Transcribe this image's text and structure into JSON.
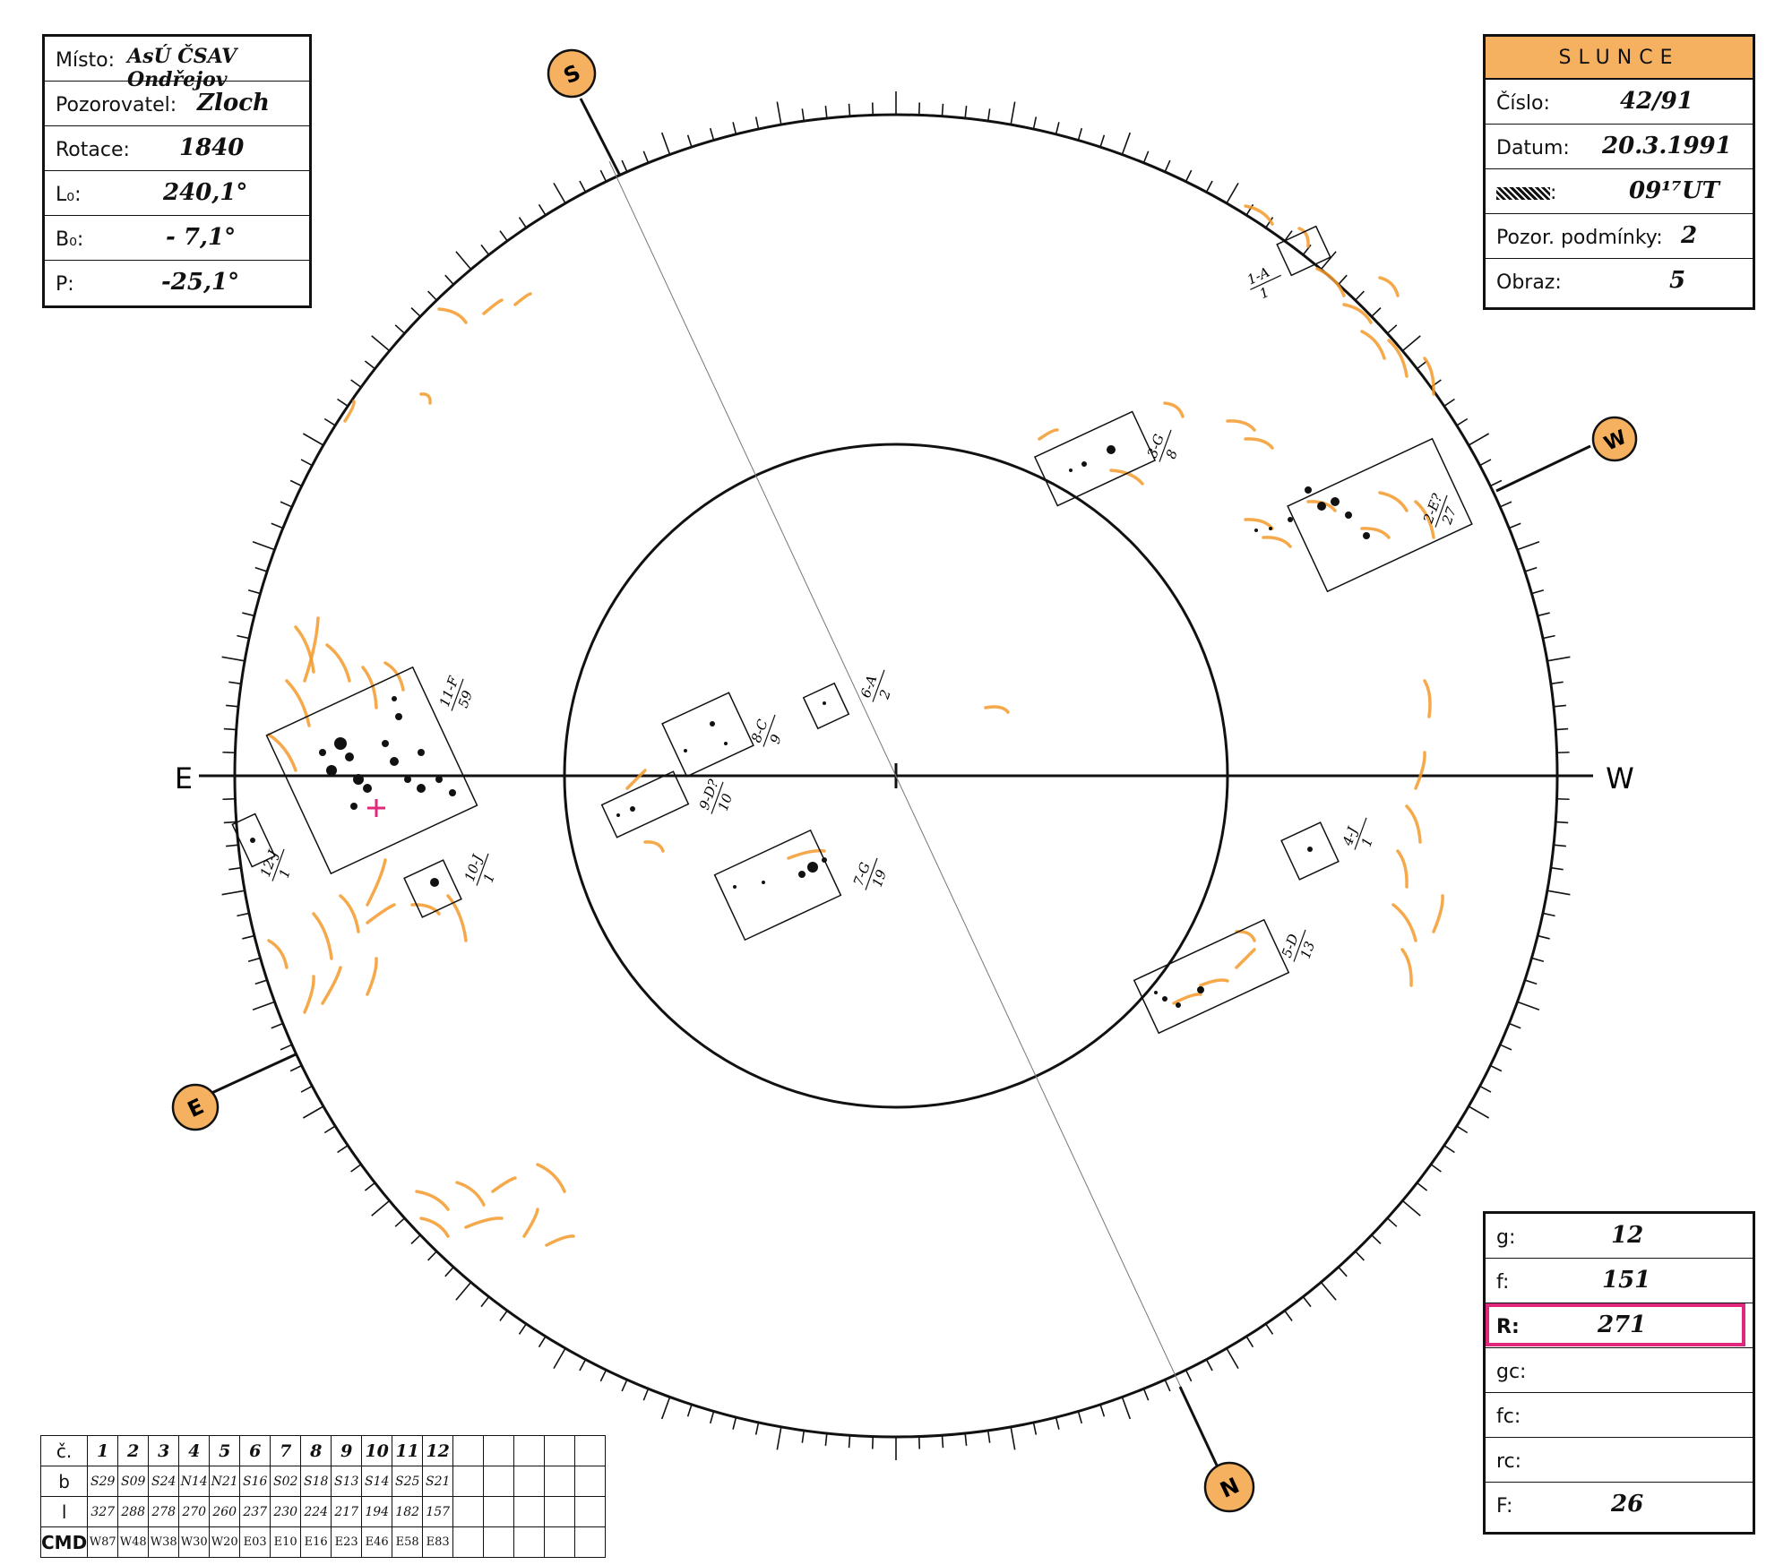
{
  "info": {
    "misto_label": "Místo:",
    "misto_value": "AsÚ ČSAV Ondřejov",
    "pozorovatel_label": "Pozorovatel:",
    "pozorovatel_value": "Zloch",
    "rotace_label": "Rotace:",
    "rotace_value": "1840",
    "l0_label": "L₀:",
    "l0_value": "240,1°",
    "b0_label": "B₀:",
    "b0_value": "- 7,1°",
    "p_label": "P:",
    "p_value": "-25,1°"
  },
  "sun": {
    "title": "SLUNCE",
    "cislo_label": "Číslo:",
    "cislo_value": "42/91",
    "datum_label": "Datum:",
    "datum_value": "20.3.1991",
    "cas_label": ":",
    "cas_value": "09¹⁷UT",
    "podminky_label": "Pozor. podmínky:",
    "podminky_value": "2",
    "obraz_label": "Obraz:",
    "obraz_value": "5"
  },
  "counts": {
    "g_label": "g:",
    "g_value": "12",
    "f_label": "f:",
    "f_value": "151",
    "r_label": "R:",
    "r_value": "271",
    "gc_label": "gc:",
    "gc_value": "",
    "fc_label": "fc:",
    "fc_value": "",
    "rc_label": "rc:",
    "rc_value": "",
    "F_label": "F:",
    "F_value": "26"
  },
  "compass": {
    "S": "S",
    "W": "W",
    "N": "N",
    "E": "E",
    "axis_E": "E",
    "axis_W": "W"
  },
  "groups": [
    {
      "id": "1-A",
      "n": "1"
    },
    {
      "id": "2-E?",
      "n": "27"
    },
    {
      "id": "3-G",
      "n": "8"
    },
    {
      "id": "4-J",
      "n": "1"
    },
    {
      "id": "5-D",
      "n": "13"
    },
    {
      "id": "6-A",
      "n": "2"
    },
    {
      "id": "7-G",
      "n": "19"
    },
    {
      "id": "8-C",
      "n": "9"
    },
    {
      "id": "9-D?",
      "n": "10"
    },
    {
      "id": "10-J",
      "n": "1"
    },
    {
      "id": "11-F",
      "n": "59"
    },
    {
      "id": "12-J",
      "n": "1"
    }
  ],
  "table": {
    "row_c_label": "č.",
    "row_b_label": "b",
    "row_l_label": "l",
    "row_cmd_label": "CMD",
    "numbers": [
      "1",
      "2",
      "3",
      "4",
      "5",
      "6",
      "7",
      "8",
      "9",
      "10",
      "11",
      "12",
      "",
      "",
      "",
      "",
      ""
    ],
    "b": [
      "S29",
      "S09",
      "S24",
      "N14",
      "N21",
      "S16",
      "S02",
      "S18",
      "S13",
      "S14",
      "S25",
      "S21",
      "",
      "",
      "",
      "",
      ""
    ],
    "l": [
      "327",
      "288",
      "278",
      "270",
      "260",
      "237",
      "230",
      "224",
      "217",
      "194",
      "182",
      "157",
      "",
      "",
      "",
      "",
      ""
    ],
    "cmd": [
      "W87",
      "W48",
      "W38",
      "W30",
      "W20",
      "E03",
      "E10",
      "E16",
      "E23",
      "E46",
      "E58",
      "E83",
      "",
      "",
      "",
      "",
      ""
    ]
  },
  "colors": {
    "accent_orange": "#f6b160",
    "facula_orange": "#f39a2c",
    "highlight_magenta": "#e0287d"
  }
}
